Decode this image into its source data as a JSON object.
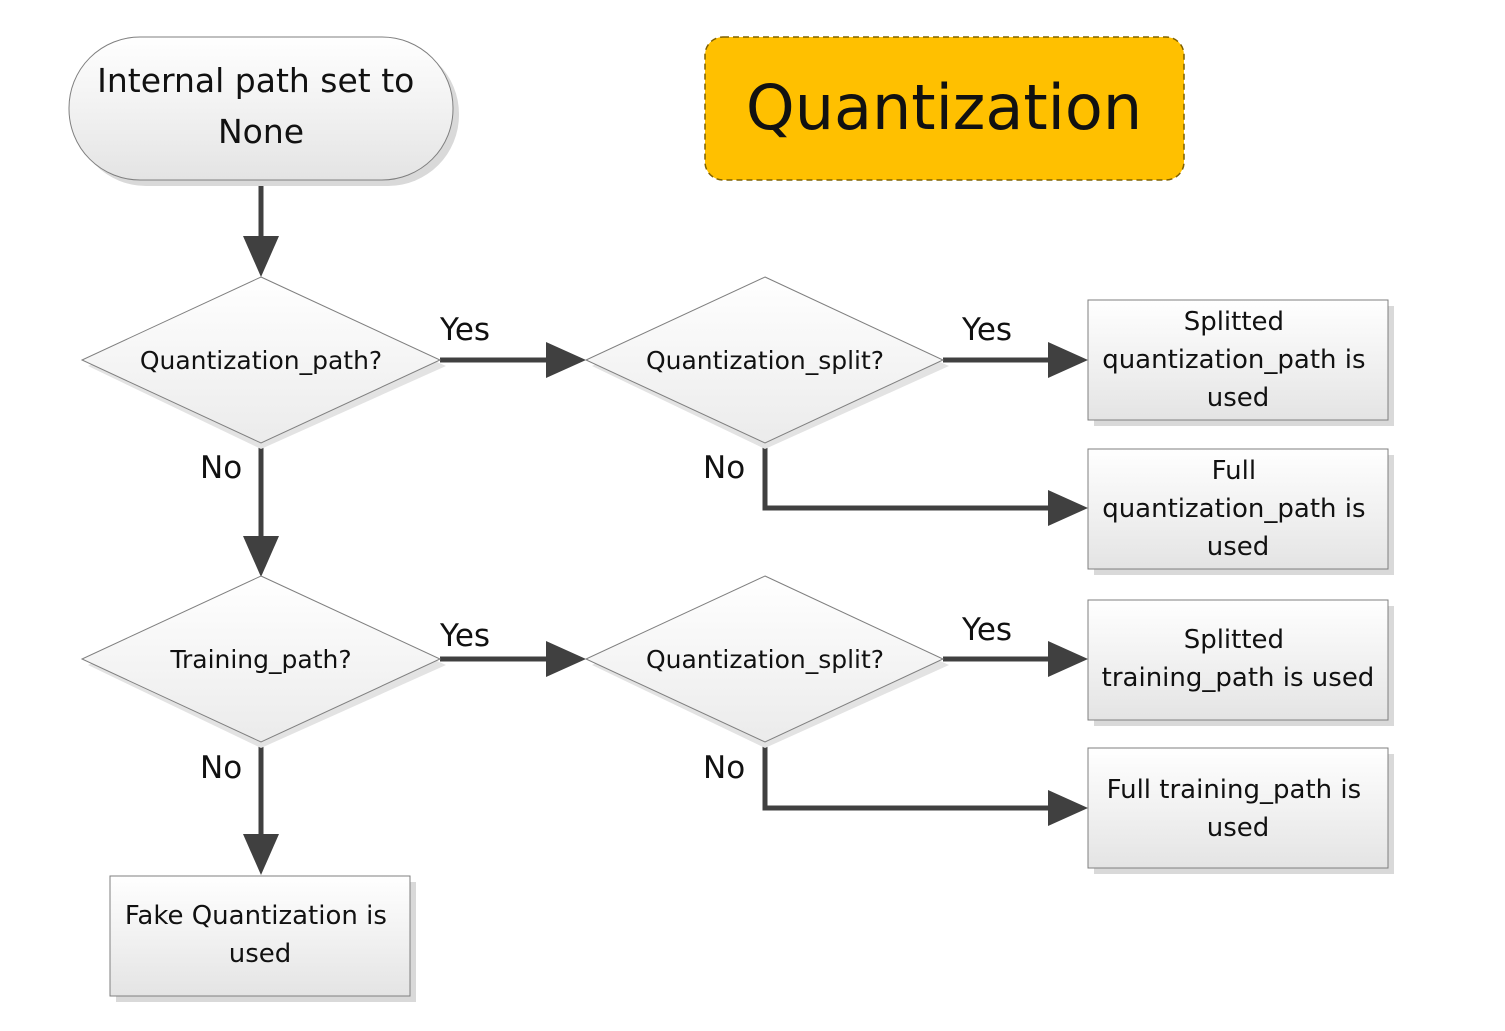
{
  "title": "Quantization",
  "colors": {
    "title_fill": "#ffc000",
    "title_border": "#7f6000",
    "node_fill_top": "#ffffff",
    "node_fill_bottom": "#e6e6e6",
    "node_border": "#7f7f7f",
    "shadow": "#d9d9d9",
    "arrow": "#404040"
  },
  "nodes": {
    "start": {
      "lines": [
        "Internal path set to",
        "None"
      ]
    },
    "decision_quantization_path": {
      "lines": [
        "Quantization_path?"
      ]
    },
    "decision_training_path": {
      "lines": [
        "Training_path?"
      ]
    },
    "decision_quantization_split_1": {
      "lines": [
        "Quantization_split?"
      ]
    },
    "decision_quantization_split_2": {
      "lines": [
        "Quantization_split?"
      ]
    },
    "result_splitted_quantization_path": {
      "lines": [
        "Splitted",
        "quantization_path is",
        "used"
      ]
    },
    "result_full_quantization_path": {
      "lines": [
        "Full",
        "quantization_path is",
        "used"
      ]
    },
    "result_splitted_training_path": {
      "lines": [
        "Splitted",
        "training_path is used"
      ]
    },
    "result_full_training_path": {
      "lines": [
        "Full training_path is",
        "used"
      ]
    },
    "result_fake_quantization": {
      "lines": [
        "Fake Quantization is",
        "used"
      ]
    }
  },
  "edges": [
    {
      "from": "start",
      "to": "decision_quantization_path",
      "label": ""
    },
    {
      "from": "decision_quantization_path",
      "to": "decision_quantization_split_1",
      "label": "Yes"
    },
    {
      "from": "decision_quantization_path",
      "to": "decision_training_path",
      "label": "No"
    },
    {
      "from": "decision_quantization_split_1",
      "to": "result_splitted_quantization_path",
      "label": "Yes"
    },
    {
      "from": "decision_quantization_split_1",
      "to": "result_full_quantization_path",
      "label": "No"
    },
    {
      "from": "decision_training_path",
      "to": "decision_quantization_split_2",
      "label": "Yes"
    },
    {
      "from": "decision_training_path",
      "to": "result_fake_quantization",
      "label": "No"
    },
    {
      "from": "decision_quantization_split_2",
      "to": "result_splitted_training_path",
      "label": "Yes"
    },
    {
      "from": "decision_quantization_split_2",
      "to": "result_full_training_path",
      "label": "No"
    }
  ]
}
